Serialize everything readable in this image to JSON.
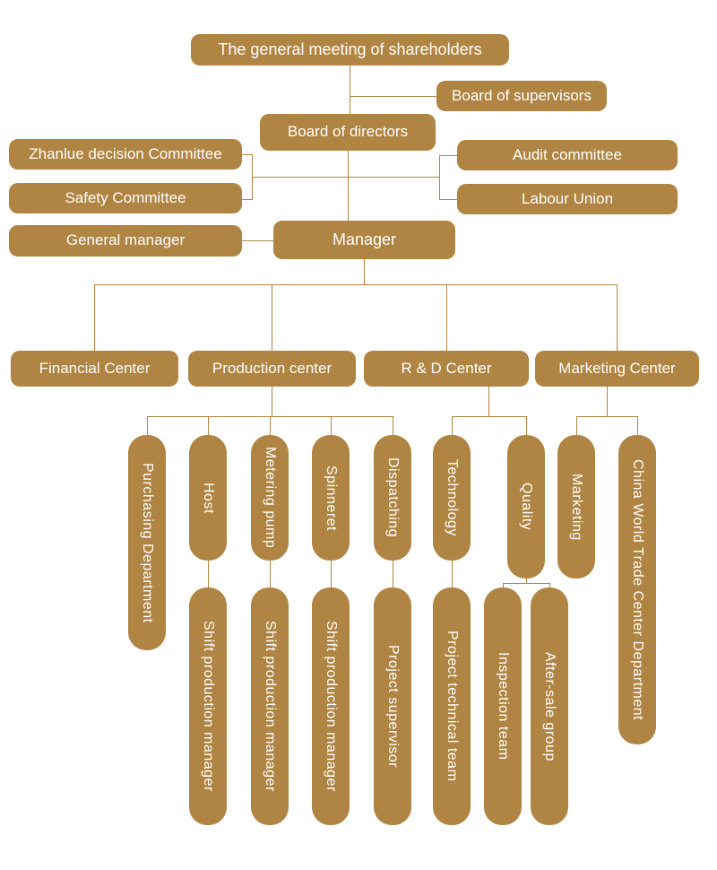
{
  "colors": {
    "box": "#b08442",
    "line": "#b08442",
    "text": "#ffffff",
    "background": "#ffffff"
  },
  "nodes": {
    "shareholders": {
      "label": "The general meeting of shareholders"
    },
    "board_supervisors": {
      "label": "Board of supervisors"
    },
    "board_directors": {
      "label": "Board of directors"
    },
    "zhanlue": {
      "label": "Zhanlue decision Committee"
    },
    "safety": {
      "label": "Safety Committee"
    },
    "audit": {
      "label": "Audit committee"
    },
    "labour": {
      "label": "Labour Union"
    },
    "general_manager": {
      "label": "General manager"
    },
    "manager": {
      "label": "Manager"
    },
    "financial": {
      "label": "Financial Center"
    },
    "production": {
      "label": "Production center"
    },
    "rd": {
      "label": "R & D Center"
    },
    "marketing_center": {
      "label": "Marketing Center"
    },
    "purchasing": {
      "label": "Purchasing Department"
    },
    "host": {
      "label": "Host"
    },
    "metering": {
      "label": "Metering pump"
    },
    "spinneret": {
      "label": "Spinneret"
    },
    "dispatching": {
      "label": "Dispatching"
    },
    "technology": {
      "label": "Technology"
    },
    "quality": {
      "label": "Quality"
    },
    "marketing": {
      "label": "Marketing"
    },
    "cwtc": {
      "label": "China World Trade Center Department"
    },
    "shift1": {
      "label": "Shift production manager"
    },
    "shift2": {
      "label": "Shift production manager"
    },
    "shift3": {
      "label": "Shift production manager"
    },
    "project_supervisor": {
      "label": "Project supervisor"
    },
    "project_technical": {
      "label": "Project technical team"
    },
    "inspection": {
      "label": "Inspection team"
    },
    "aftersale": {
      "label": "After-sale group"
    }
  },
  "edges": [
    [
      "shareholders",
      "board_supervisors"
    ],
    [
      "shareholders",
      "board_directors"
    ],
    [
      "board_directors",
      "zhanlue"
    ],
    [
      "board_directors",
      "safety"
    ],
    [
      "board_directors",
      "audit"
    ],
    [
      "board_directors",
      "labour"
    ],
    [
      "board_directors",
      "manager"
    ],
    [
      "general_manager",
      "manager"
    ],
    [
      "manager",
      "financial"
    ],
    [
      "manager",
      "production"
    ],
    [
      "manager",
      "rd"
    ],
    [
      "manager",
      "marketing_center"
    ],
    [
      "production",
      "purchasing"
    ],
    [
      "production",
      "host"
    ],
    [
      "production",
      "metering"
    ],
    [
      "production",
      "spinneret"
    ],
    [
      "production",
      "dispatching"
    ],
    [
      "rd",
      "technology"
    ],
    [
      "rd",
      "quality"
    ],
    [
      "marketing_center",
      "marketing"
    ],
    [
      "marketing_center",
      "cwtc"
    ],
    [
      "host",
      "shift1"
    ],
    [
      "metering",
      "shift2"
    ],
    [
      "spinneret",
      "shift3"
    ],
    [
      "dispatching",
      "project_supervisor"
    ],
    [
      "technology",
      "project_technical"
    ],
    [
      "quality",
      "inspection"
    ],
    [
      "quality",
      "aftersale"
    ]
  ]
}
